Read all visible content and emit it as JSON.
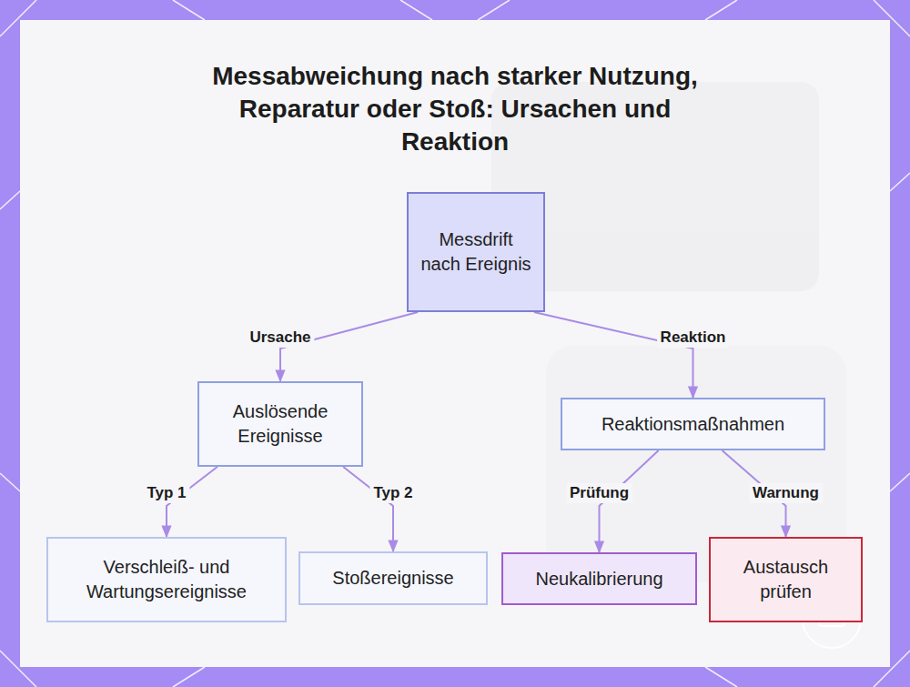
{
  "diagram": {
    "title": "Messabweichung nach starker Nutzung, Reparatur oder Stoß: Ursachen und Reaktion",
    "nodes": [
      {
        "text": [
          "Messdrift nach Ereignis"
        ]
      },
      {
        "text": [
          "Auslösende Ereignisse"
        ]
      },
      {
        "text": [
          "Reaktionsmaßnahmen"
        ]
      },
      {
        "text": [
          "Verschleiß- und Wartungsereignisse"
        ]
      },
      {
        "text": [
          "Stoßereignisse"
        ]
      },
      {
        "text": [
          "Neukalibrierung"
        ]
      },
      {
        "text": [
          "Austausch prüfen"
        ]
      }
    ],
    "edges": [
      {
        "from": 0,
        "to": 1,
        "arrow": "to",
        "label": "Ursache"
      },
      {
        "from": 0,
        "to": 2,
        "arrow": "to",
        "label": "Reaktion"
      },
      {
        "from": 1,
        "to": 3,
        "arrow": "to",
        "label": "Typ 1"
      },
      {
        "from": 1,
        "to": 4,
        "arrow": "to",
        "label": "Typ 2"
      },
      {
        "from": 2,
        "to": 5,
        "arrow": "to",
        "label": "Prüfung"
      },
      {
        "from": 2,
        "to": 6,
        "arrow": "to",
        "label": "Warnung"
      }
    ]
  }
}
